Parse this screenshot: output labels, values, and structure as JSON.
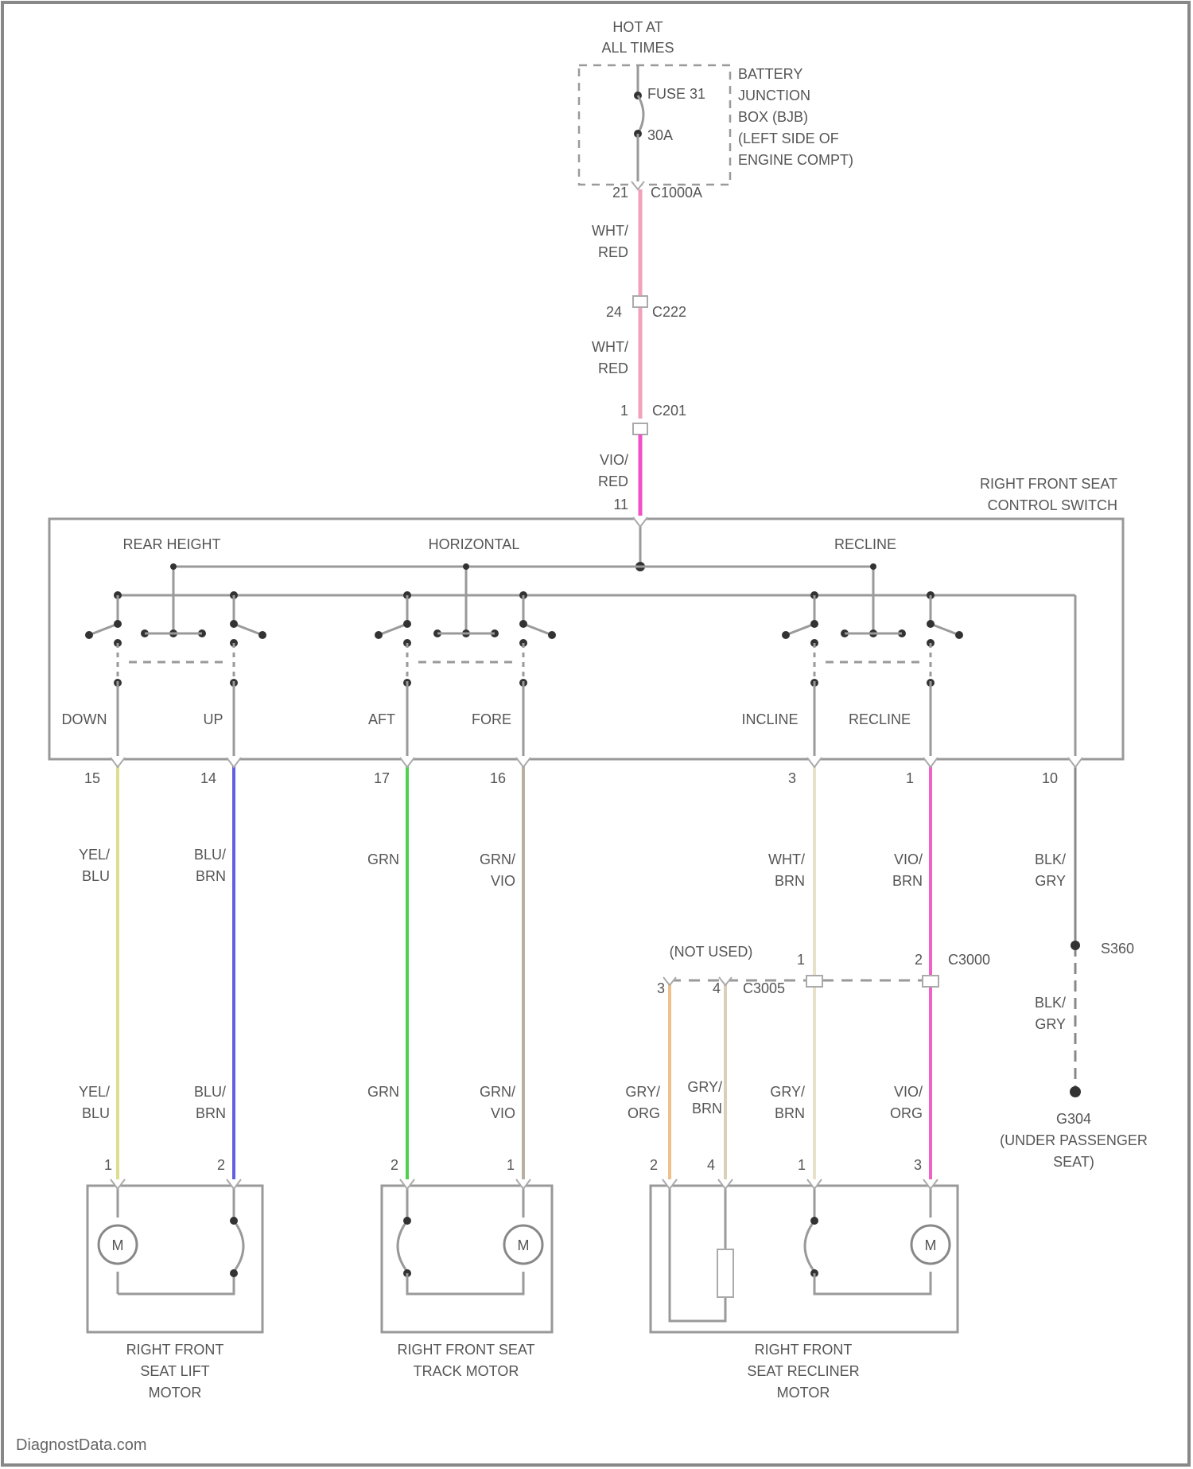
{
  "top": {
    "power_label": [
      "HOT AT",
      "ALL TIMES"
    ],
    "fuse_label": "FUSE 31",
    "fuse_rating": "30A",
    "bjb_label": [
      "BATTERY",
      "JUNCTION",
      "BOX (BJB)",
      "(LEFT SIDE OF",
      "ENGINE COMPT)"
    ],
    "bjb_pin": "21",
    "bjb_connector": "C1000A",
    "c222_pin": "24",
    "c222": "C222",
    "c201_pin": "1",
    "c201": "C201",
    "switch_in_pin": "11"
  },
  "switch": {
    "title": [
      "RIGHT FRONT SEAT",
      "CONTROL SWITCH"
    ],
    "groups": [
      "REAR HEIGHT",
      "HORIZONTAL",
      "RECLINE"
    ],
    "contacts": [
      "DOWN",
      "UP",
      "AFT",
      "FORE",
      "INCLINE",
      "RECLINE"
    ],
    "pins": [
      "15",
      "14",
      "17",
      "16",
      "3",
      "1",
      "10"
    ]
  },
  "wire_colors": {
    "wht_red": "#f2a2b8",
    "vio_red": "#f050c8",
    "yel_blu": "#dede90",
    "blu_brn": "#6060e0",
    "grn": "#50d050",
    "grn_vio": "#b8b0a0",
    "wht_brn": "#e8e0c8",
    "vio_brn": "#f060c8",
    "gry_org": "#f0c08c",
    "gry_brn": "#d8d0b8",
    "blk_gry": "#888888"
  },
  "wires": {
    "wht_red_1": [
      "WHT/",
      "RED"
    ],
    "wht_red_2": [
      "WHT/",
      "RED"
    ],
    "vio_red": [
      "VIO/",
      "RED"
    ],
    "yel_blu": [
      "YEL/",
      "BLU"
    ],
    "blu_brn": [
      "BLU/",
      "BRN"
    ],
    "grn": "GRN",
    "grn_vio": [
      "GRN/",
      "VIO"
    ],
    "wht_brn": [
      "WHT/",
      "BRN"
    ],
    "vio_brn": [
      "VIO/",
      "BRN"
    ],
    "blk_gry": [
      "BLK/",
      "GRY"
    ],
    "gry_org": [
      "GRY/",
      "ORG"
    ],
    "gry_brn_1": [
      "GRY/",
      "BRN"
    ],
    "gry_brn_2": [
      "GRY/",
      "BRN"
    ],
    "vio_org": [
      "VIO/",
      "ORG"
    ]
  },
  "connectors": {
    "c3000": "C3000",
    "c3000_pins": [
      "1",
      "2"
    ],
    "c3005": "C3005",
    "c3005_pins": [
      "3",
      "4"
    ],
    "not_used": "(NOT USED)",
    "s360": "S360",
    "ground": [
      "G304",
      "(UNDER PASSENGER",
      "SEAT)"
    ]
  },
  "motors": {
    "lift": {
      "label": [
        "RIGHT FRONT",
        "SEAT LIFT",
        "MOTOR"
      ],
      "pins": [
        "1",
        "2"
      ]
    },
    "track": {
      "label": [
        "RIGHT FRONT SEAT",
        "TRACK MOTOR"
      ],
      "pins": [
        "2",
        "1"
      ]
    },
    "recliner": {
      "label": [
        "RIGHT FRONT",
        "SEAT RECLINER",
        "MOTOR"
      ],
      "pins": [
        "2",
        "4",
        "1",
        "3"
      ]
    },
    "motor_symbol": "M"
  },
  "watermark": "DiagnostData.com"
}
